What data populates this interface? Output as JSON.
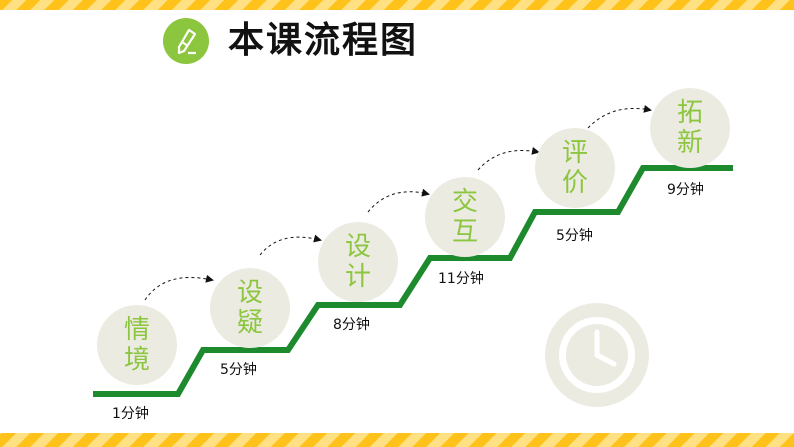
{
  "title": "本课流程图",
  "icons": {
    "title_badge": "pencil-icon",
    "clock": "clock-icon"
  },
  "colors": {
    "accent_green": "#8cc63f",
    "stair_green": "#1e8a2e",
    "circle_fill": "#ecebe2",
    "band_yellow": "#ffc21a"
  },
  "steps": [
    {
      "line1": "情",
      "line2": "境",
      "duration": "1分钟"
    },
    {
      "line1": "设",
      "line2": "疑",
      "duration": "5分钟"
    },
    {
      "line1": "设",
      "line2": "计",
      "duration": "8分钟"
    },
    {
      "line1": "交",
      "line2": "互",
      "duration": "11分钟"
    },
    {
      "line1": "评",
      "line2": "价",
      "duration": "5分钟"
    },
    {
      "line1": "拓",
      "line2": "新",
      "duration": "9分钟"
    }
  ]
}
